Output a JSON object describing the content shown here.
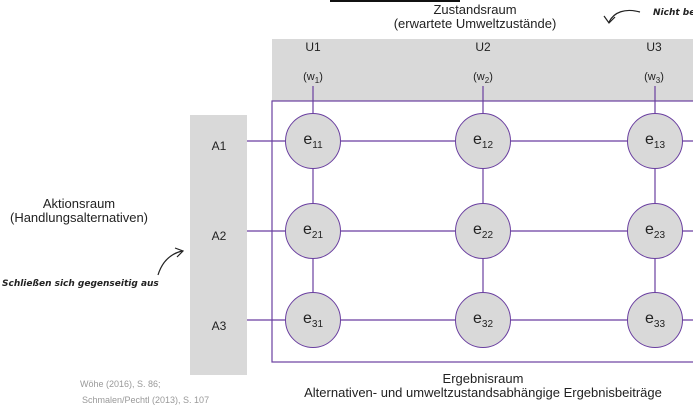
{
  "state_space": {
    "title": "Zustandsraum",
    "subtitle": "(erwartete Umweltzustände)",
    "states": [
      {
        "label": "U1",
        "prob": "(w1)"
      },
      {
        "label": "U2",
        "prob": "(w2)"
      },
      {
        "label": "U3",
        "prob": "(w3)"
      }
    ]
  },
  "action_space": {
    "title": "Aktionsraum",
    "subtitle": "(Handlungsalternativen)",
    "alternatives": [
      "A1",
      "A2",
      "A3"
    ]
  },
  "results": {
    "title": "Ergebnisraum",
    "subtitle": "Alternativen- und umweltzustandsabhängige Ergebnisbeiträge",
    "cells": [
      [
        "e11",
        "e12",
        "e13"
      ],
      [
        "e21",
        "e22",
        "e23"
      ],
      [
        "e31",
        "e32",
        "e33"
      ]
    ]
  },
  "annotations": {
    "top_right": "Nicht be",
    "left": "Schließen sich gegenseitig aus"
  },
  "sources": [
    "Wöhe (2016), S. 86;",
    "Schmalen/Pechtl (2013), S. 107"
  ],
  "colors": {
    "box_fill": "#d9d9d9",
    "line": "#6a3fa0",
    "text": "#222222"
  }
}
